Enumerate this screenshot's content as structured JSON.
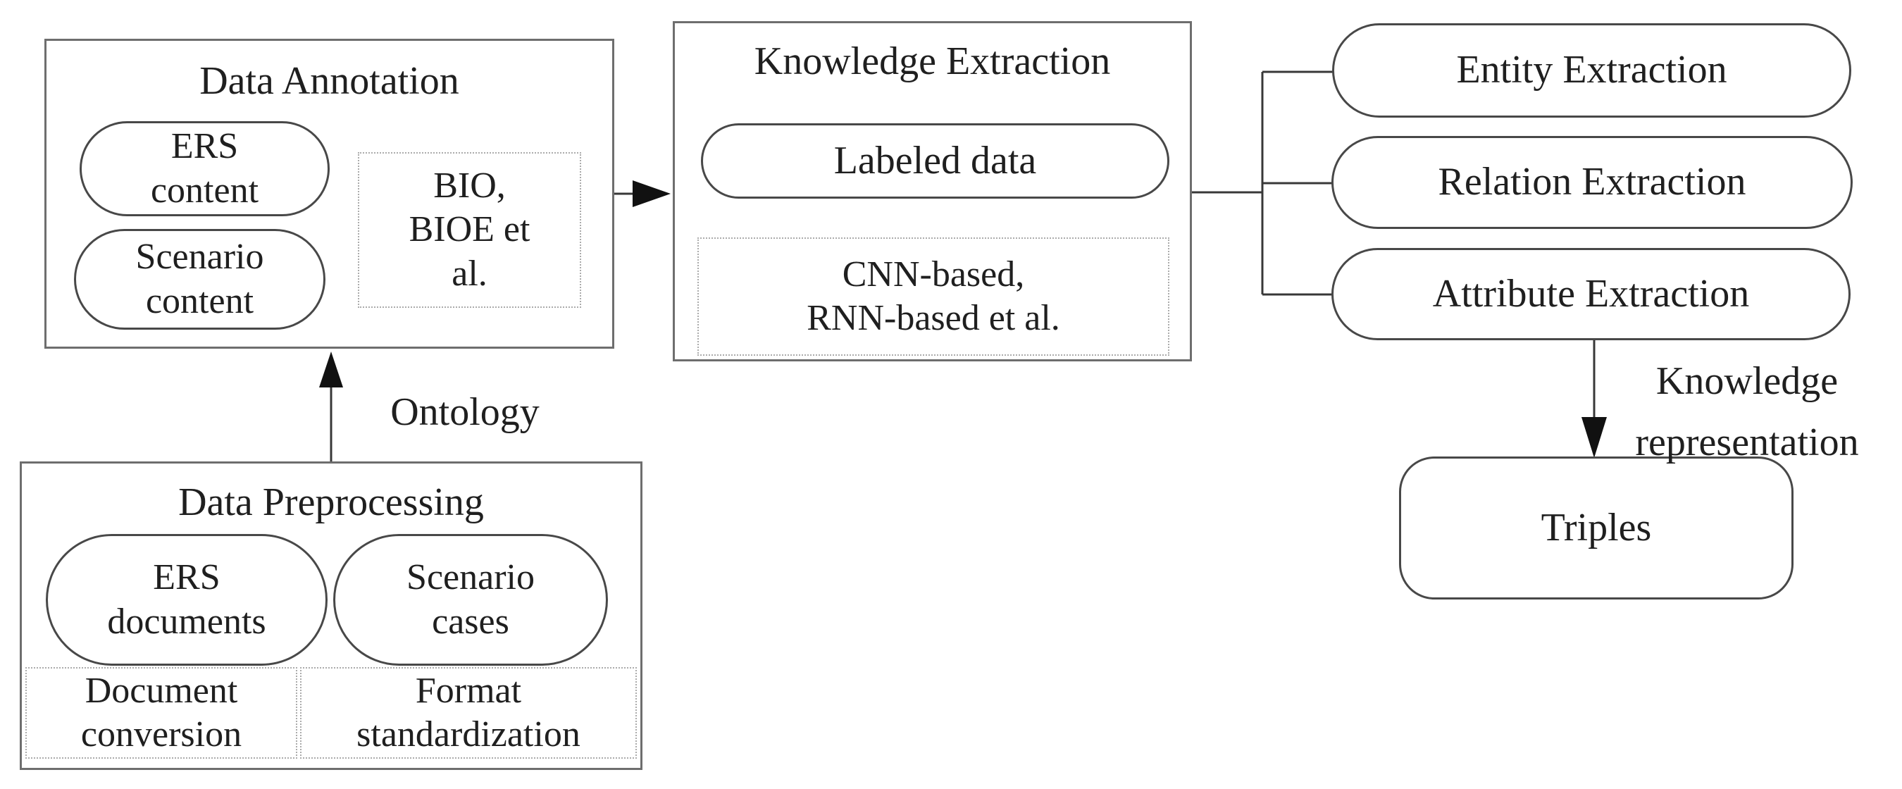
{
  "theme": {
    "background": "#ffffff",
    "text_color": "#1f1f1f",
    "group_box_border": "#6e6e6e",
    "pill_border": "#484848",
    "dotted_border": "#ababab",
    "connector_line": "#383838",
    "arrowhead_fill": "#111111"
  },
  "nodes": {
    "data_annotation": {
      "title": "Data Annotation",
      "ers_content": "ERS\ncontent",
      "scenario_content": "Scenario\ncontent",
      "tagging_schemes": "BIO,\nBIOE et\nal."
    },
    "knowledge_extraction": {
      "title": "Knowledge Extraction",
      "labeled_data": "Labeled data",
      "models": "CNN-based,\nRNN-based et al."
    },
    "extraction_outputs": {
      "entity": "Entity Extraction",
      "relation": "Relation Extraction",
      "attribute": "Attribute Extraction"
    },
    "triples": {
      "label": "Triples"
    },
    "data_preprocessing": {
      "title": "Data Preprocessing",
      "ers_documents": "ERS\ndocuments",
      "scenario_cases": "Scenario\ncases",
      "document_conversion": "Document\nconversion",
      "format_standardization": "Format\nstandardization"
    }
  },
  "edge_labels": {
    "ontology": "Ontology",
    "knowledge_representation": "Knowledge\nrepresentation"
  }
}
